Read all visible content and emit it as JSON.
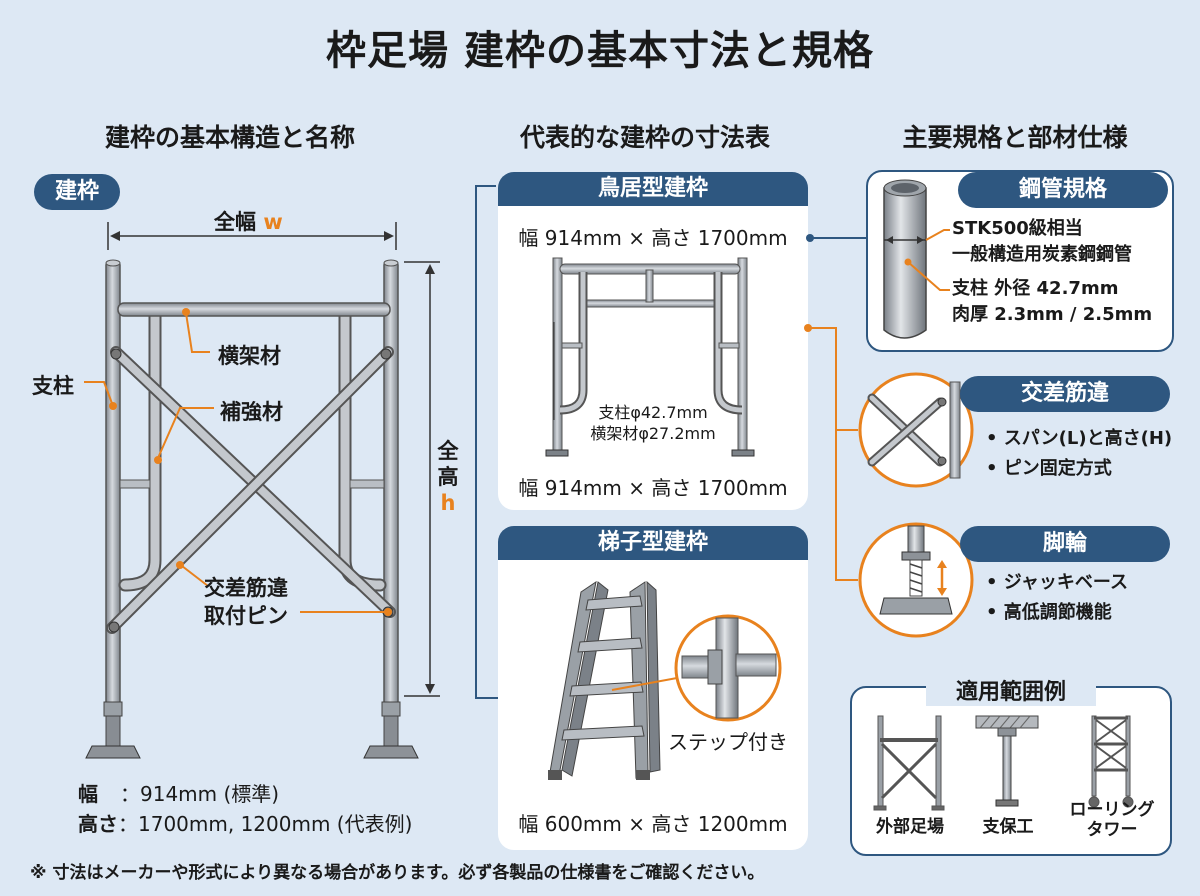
{
  "title": "枠足場 建枠の基本寸法と規格",
  "sections": {
    "structure": "建枠の基本構造と名称",
    "dimensions": "代表的な建枠の寸法表",
    "specs": "主要規格と部材仕様"
  },
  "left": {
    "pill": "建枠",
    "width_label": "全幅",
    "width_var": "w",
    "height_label_1": "全",
    "height_label_2": "高",
    "height_var": "h",
    "labels": {
      "post": "支柱",
      "ledger": "横架材",
      "reinforcement": "補強材",
      "brace_pin_1": "交差筋違",
      "brace_pin_2": "取付ピン"
    },
    "dims": {
      "width_key": "幅",
      "width_val": "：914mm (標準)",
      "height_key": "高さ",
      "height_val": "：1700mm, 1200mm (代表例)"
    }
  },
  "middle": {
    "torii": {
      "pill": "鳥居型建枠",
      "top_dim": "幅 914mm × 高さ 1700mm",
      "spec_1": "支柱φ42.7mm",
      "spec_2": "横架材φ27.2mm",
      "bottom_dim": "幅 914mm × 高さ 1700mm"
    },
    "ladder": {
      "pill": "梯子型建枠",
      "step_label": "ステップ付き",
      "bottom_dim": "幅 600mm × 高さ 1200mm"
    }
  },
  "right": {
    "pipe": {
      "pill": "鋼管規格",
      "line_1": "STK500級相当",
      "line_2": "一般構造用炭素鋼鋼管",
      "line_3": "支柱 外径 42.7mm",
      "line_4": "肉厚 2.3mm / 2.5mm"
    },
    "brace": {
      "pill": "交差筋違",
      "item_1": "• スパン(L)と高さ(H)",
      "item_2": "• ピン固定方式"
    },
    "caster": {
      "pill": "脚輪",
      "item_1": "• ジャッキベース",
      "item_2": "• 高低調節機能"
    },
    "examples": {
      "title": "適用範囲例",
      "ex_1": "外部足場",
      "ex_2": "支保工",
      "ex_3a": "ローリング",
      "ex_3b": "タワー"
    }
  },
  "footnote": "※ 寸法はメーカーや形式により異なる場合があります。必ず各製品の仕様書をご確認ください。",
  "colors": {
    "background": "#dde8f4",
    "pill": "#2e5780",
    "accent_orange": "#e8821e",
    "steel": "#a3a8ae"
  }
}
